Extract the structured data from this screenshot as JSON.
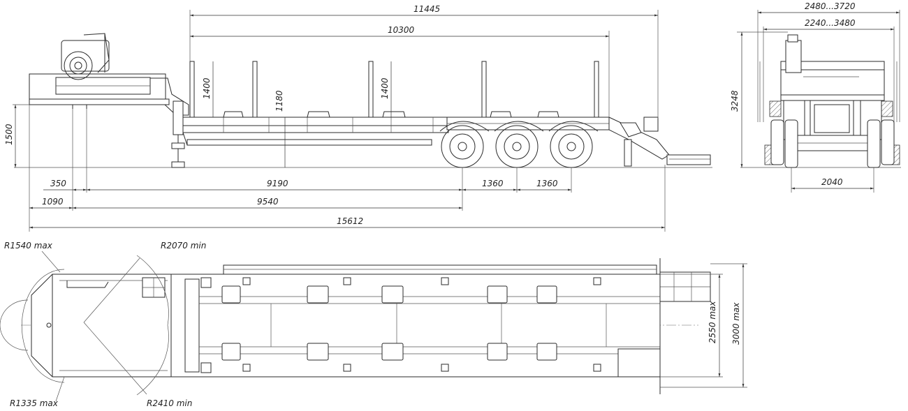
{
  "side_view": {
    "dim_overall_top": "11445",
    "dim_platform": "10300",
    "dim_stake_left": "1400",
    "dim_stake_mid": "1400",
    "dim_deck_height": "1180",
    "dim_gooseneck_height": "1500",
    "dim_350": "350",
    "dim_9190": "9190",
    "dim_axle1": "1360",
    "dim_axle2": "1360",
    "dim_1090": "1090",
    "dim_9540": "9540",
    "dim_total_length": "15612"
  },
  "rear_view": {
    "dim_width_outer": "2480...3720",
    "dim_width_inner": "2240...3480",
    "dim_height": "3248",
    "dim_track": "2040"
  },
  "top_view": {
    "r_front_max": "R1540 max",
    "r_turn_min": "R2070 min",
    "r_rear_max": "R1335 max",
    "r_outer_min": "R2410 min",
    "dim_width_2550": "2550 max",
    "dim_width_3000": "3000 max"
  }
}
